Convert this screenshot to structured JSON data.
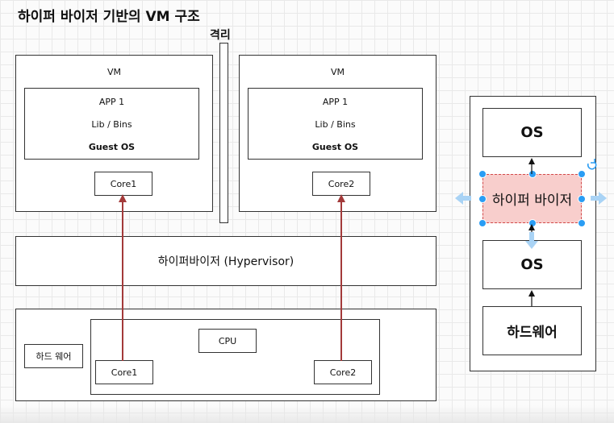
{
  "title": "하이퍼 바이저 기반의 VM 구조",
  "isolation_label": "격리",
  "vm_left": {
    "label": "VM",
    "app": "APP 1",
    "lib": "Lib / Bins",
    "guest_os": "Guest OS",
    "core": "Core1"
  },
  "vm_right": {
    "label": "VM",
    "app": "APP 1",
    "lib": "Lib / Bins",
    "guest_os": "Guest OS",
    "core": "Core2"
  },
  "hypervisor": "하이퍼바이저 (Hypervisor)",
  "hardware": {
    "label": "하드 웨어",
    "cpu": "CPU",
    "core1": "Core1",
    "core2": "Core2"
  },
  "stack": {
    "os_top": "OS",
    "hypervisor": "하이퍼 바이저",
    "os_bottom": "OS",
    "hardware": "하드웨어"
  },
  "colors": {
    "arrow_red": "#a33a3a",
    "selection_blue": "#2a9df4",
    "selected_fill": "#f8cecc"
  }
}
